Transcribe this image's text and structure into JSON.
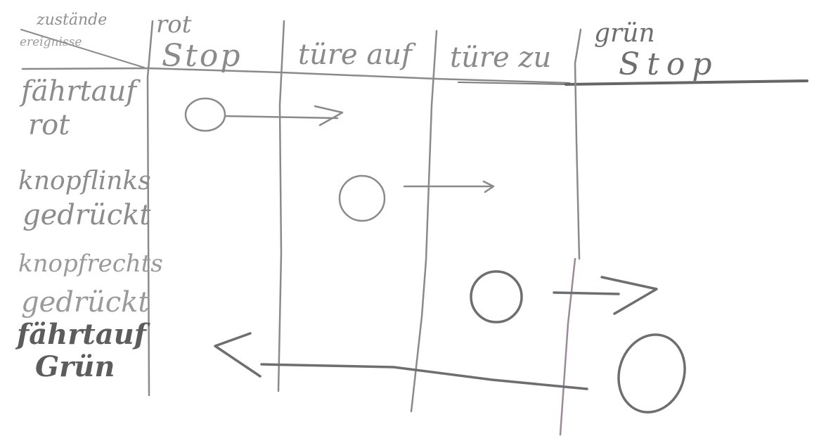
{
  "header": {
    "corner_top": "zustände",
    "corner_bottom": "ereignisse"
  },
  "states": [
    {
      "line1": "rot",
      "line2": "Stop"
    },
    {
      "line1": "türe auf",
      "line2": ""
    },
    {
      "line1": "türe zu",
      "line2": ""
    },
    {
      "line1": "grün",
      "line2": "Stop"
    }
  ],
  "events": [
    {
      "line1": "fährtauf",
      "line2": "rot"
    },
    {
      "line1": "knopflinks",
      "line2": "gedrückt"
    },
    {
      "line1": "knopfrechts",
      "line2": "gedrückt"
    },
    {
      "line1": "fährtauf",
      "line2": "Grün"
    }
  ],
  "colors": {
    "ink": "#8a8a8a",
    "ink_dark": "#5c5c5c",
    "purple_line": "#9b8a9b"
  }
}
